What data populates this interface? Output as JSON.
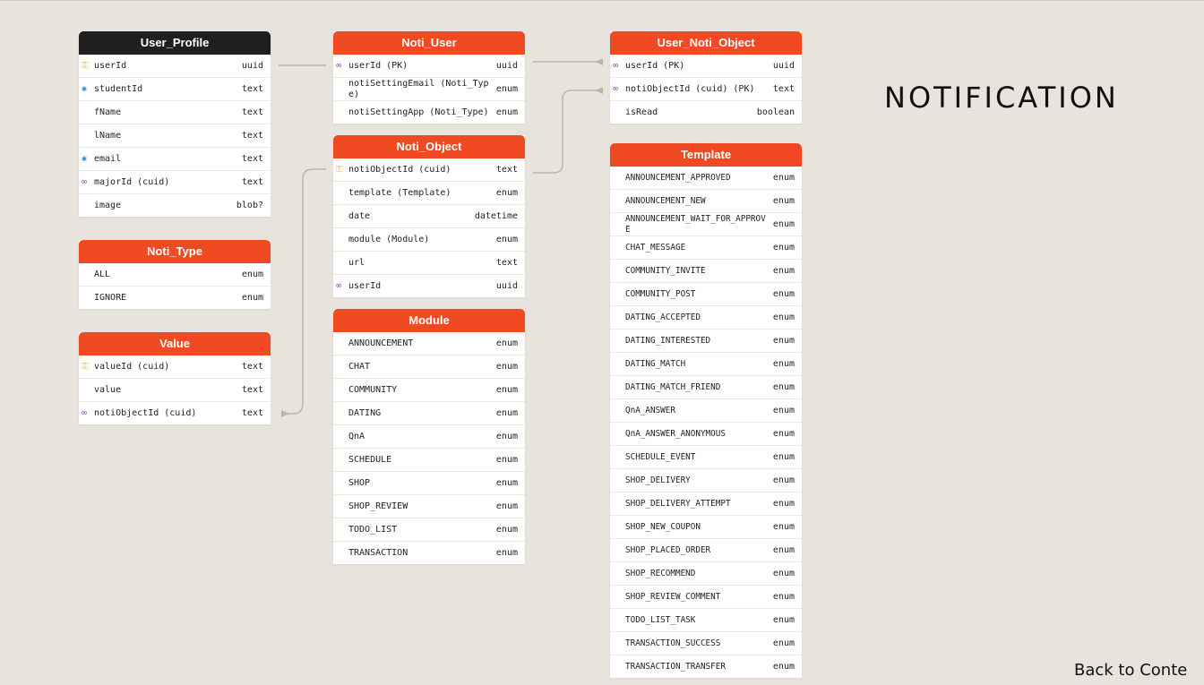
{
  "title": "NOTIFICATION",
  "back_link": "Back to Conte",
  "colors": {
    "accent": "#f04a22",
    "dark": "#1f1f1f",
    "background": "#e8e4dd"
  },
  "tables": [
    {
      "name": "User_Profile",
      "theme": "dark",
      "rows": [
        {
          "icon": "key",
          "field": "userId",
          "type": "uuid"
        },
        {
          "icon": "star",
          "field": "studentId",
          "type": "text"
        },
        {
          "icon": "",
          "field": "fName",
          "type": "text"
        },
        {
          "icon": "",
          "field": "lName",
          "type": "text"
        },
        {
          "icon": "star",
          "field": "email",
          "type": "text"
        },
        {
          "icon": "link",
          "field": "majorId (cuid)",
          "type": "text"
        },
        {
          "icon": "",
          "field": "image",
          "type": "blob?"
        }
      ]
    },
    {
      "name": "Noti_Type",
      "theme": "accent",
      "rows": [
        {
          "icon": "",
          "field": "ALL",
          "type": "enum"
        },
        {
          "icon": "",
          "field": "IGNORE",
          "type": "enum"
        }
      ]
    },
    {
      "name": "Value",
      "theme": "accent",
      "rows": [
        {
          "icon": "key",
          "field": "valueId (cuid)",
          "type": "text"
        },
        {
          "icon": "",
          "field": "value",
          "type": "text"
        },
        {
          "icon": "link",
          "field": "notiObjectId (cuid)",
          "type": "text"
        }
      ]
    },
    {
      "name": "Noti_User",
      "theme": "accent",
      "rows": [
        {
          "icon": "link",
          "field": "userId (PK)",
          "type": "uuid"
        },
        {
          "icon": "",
          "field": "notiSettingEmail (Noti_Type)",
          "type": "enum"
        },
        {
          "icon": "",
          "field": "notiSettingApp (Noti_Type)",
          "type": "enum"
        }
      ]
    },
    {
      "name": "Noti_Object",
      "theme": "accent",
      "rows": [
        {
          "icon": "key",
          "field": "notiObjectId (cuid)",
          "type": "text"
        },
        {
          "icon": "",
          "field": "template (Template)",
          "type": "enum"
        },
        {
          "icon": "",
          "field": "date",
          "type": "datetime"
        },
        {
          "icon": "",
          "field": "module (Module)",
          "type": "enum"
        },
        {
          "icon": "",
          "field": "url",
          "type": "text"
        },
        {
          "icon": "link",
          "field": "userId",
          "type": "uuid"
        }
      ]
    },
    {
      "name": "Module",
      "theme": "accent",
      "rows": [
        {
          "icon": "",
          "field": "ANNOUNCEMENT",
          "type": "enum"
        },
        {
          "icon": "",
          "field": "CHAT",
          "type": "enum"
        },
        {
          "icon": "",
          "field": "COMMUNITY",
          "type": "enum"
        },
        {
          "icon": "",
          "field": "DATING",
          "type": "enum"
        },
        {
          "icon": "",
          "field": "QnA",
          "type": "enum"
        },
        {
          "icon": "",
          "field": "SCHEDULE",
          "type": "enum"
        },
        {
          "icon": "",
          "field": "SHOP",
          "type": "enum"
        },
        {
          "icon": "",
          "field": "SHOP_REVIEW",
          "type": "enum"
        },
        {
          "icon": "",
          "field": "TODO_LIST",
          "type": "enum"
        },
        {
          "icon": "",
          "field": "TRANSACTION",
          "type": "enum"
        }
      ]
    },
    {
      "name": "User_Noti_Object",
      "theme": "accent",
      "rows": [
        {
          "icon": "link",
          "field": "userId (PK)",
          "type": "uuid"
        },
        {
          "icon": "link",
          "field": "notiObjectId (cuid) (PK)",
          "type": "text"
        },
        {
          "icon": "",
          "field": "isRead",
          "type": "boolean"
        }
      ]
    },
    {
      "name": "Template",
      "theme": "accent",
      "rows": [
        {
          "icon": "",
          "field": "ANNOUNCEMENT_APPROVED",
          "type": "enum"
        },
        {
          "icon": "",
          "field": "ANNOUNCEMENT_NEW",
          "type": "enum"
        },
        {
          "icon": "",
          "field": "ANNOUNCEMENT_WAIT_FOR_APPROVE",
          "type": "enum"
        },
        {
          "icon": "",
          "field": "CHAT_MESSAGE",
          "type": "enum"
        },
        {
          "icon": "",
          "field": "COMMUNITY_INVITE",
          "type": "enum"
        },
        {
          "icon": "",
          "field": "COMMUNITY_POST",
          "type": "enum"
        },
        {
          "icon": "",
          "field": "DATING_ACCEPTED",
          "type": "enum"
        },
        {
          "icon": "",
          "field": "DATING_INTERESTED",
          "type": "enum"
        },
        {
          "icon": "",
          "field": "DATING_MATCH",
          "type": "enum"
        },
        {
          "icon": "",
          "field": "DATING_MATCH_FRIEND",
          "type": "enum"
        },
        {
          "icon": "",
          "field": "QnA_ANSWER",
          "type": "enum"
        },
        {
          "icon": "",
          "field": "QnA_ANSWER_ANONYMOUS",
          "type": "enum"
        },
        {
          "icon": "",
          "field": "SCHEDULE_EVENT",
          "type": "enum"
        },
        {
          "icon": "",
          "field": "SHOP_DELIVERY",
          "type": "enum"
        },
        {
          "icon": "",
          "field": "SHOP_DELIVERY_ATTEMPT",
          "type": "enum"
        },
        {
          "icon": "",
          "field": "SHOP_NEW_COUPON",
          "type": "enum"
        },
        {
          "icon": "",
          "field": "SHOP_PLACED_ORDER",
          "type": "enum"
        },
        {
          "icon": "",
          "field": "SHOP_RECOMMEND",
          "type": "enum"
        },
        {
          "icon": "",
          "field": "SHOP_REVIEW_COMMENT",
          "type": "enum"
        },
        {
          "icon": "",
          "field": "TODO_LIST_TASK",
          "type": "enum"
        },
        {
          "icon": "",
          "field": "TRANSACTION_SUCCESS",
          "type": "enum"
        },
        {
          "icon": "",
          "field": "TRANSACTION_TRANSFER",
          "type": "enum"
        }
      ]
    }
  ]
}
